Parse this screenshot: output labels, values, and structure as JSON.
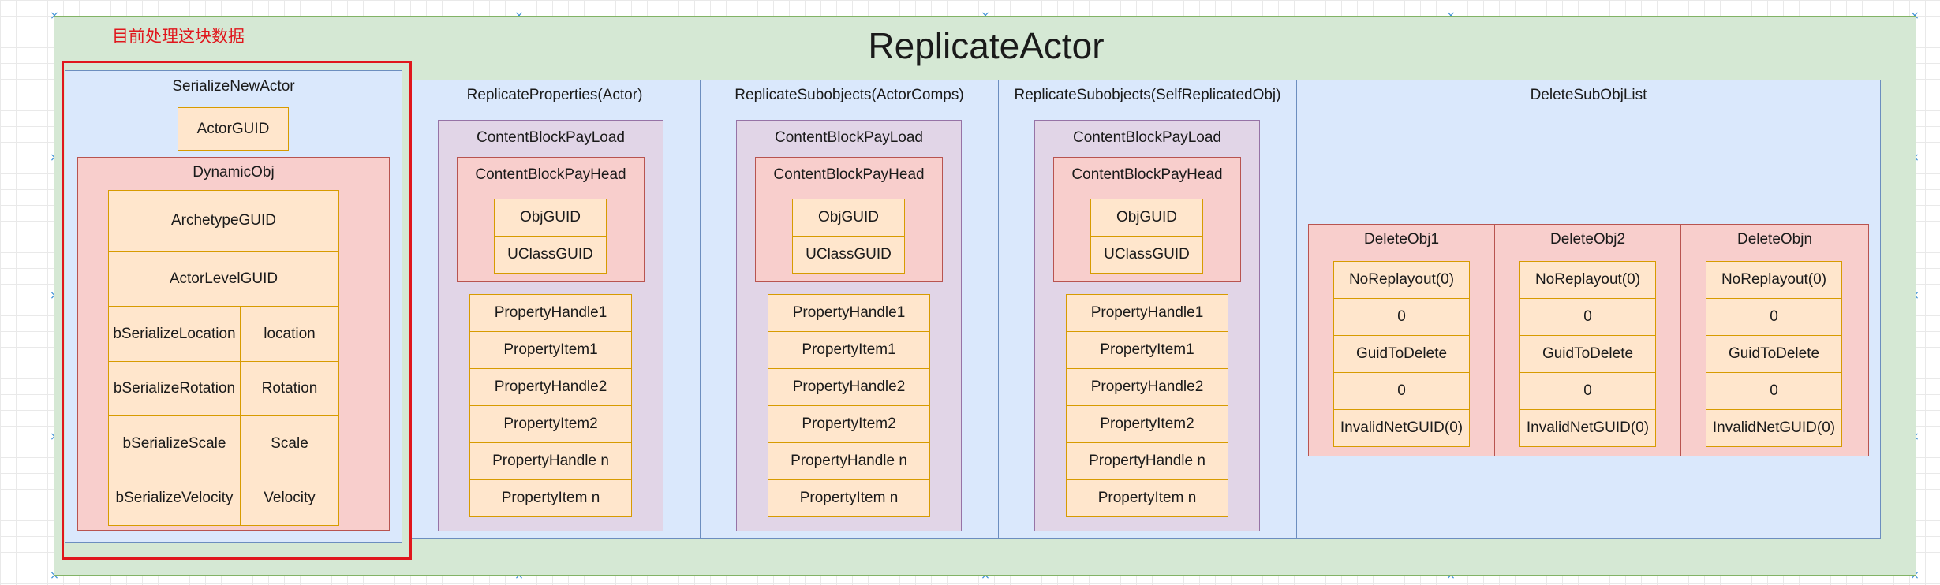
{
  "main_title": "ReplicateActor",
  "annotation": "目前处理这块数据",
  "serialize_new_actor": {
    "title": "SerializeNewActor",
    "actor_guid": "ActorGUID",
    "dynamic_obj": {
      "title": "DynamicObj",
      "archetype_guid": "ArchetypeGUID",
      "actor_level_guid": "ActorLevelGUID",
      "rows": [
        {
          "flag": "bSerializeLocation",
          "value": "location"
        },
        {
          "flag": "bSerializeRotation",
          "value": "Rotation"
        },
        {
          "flag": "bSerializeScale",
          "value": "Scale"
        },
        {
          "flag": "bSerializeVelocity",
          "value": "Velocity"
        }
      ]
    }
  },
  "replicate_properties": {
    "title": "ReplicateProperties(Actor)",
    "payload": "ContentBlockPayLoad",
    "head": "ContentBlockPayHead",
    "obj_guid": "ObjGUID",
    "uclass_guid": "UClassGUID",
    "items": [
      "PropertyHandle1",
      "PropertyItem1",
      "PropertyHandle2",
      "PropertyItem2",
      "PropertyHandle n",
      "PropertyItem n"
    ]
  },
  "replicate_subobjects_actor": {
    "title": "ReplicateSubobjects(ActorComps)",
    "payload": "ContentBlockPayLoad",
    "head": "ContentBlockPayHead",
    "obj_guid": "ObjGUID",
    "uclass_guid": "UClassGUID",
    "items": [
      "PropertyHandle1",
      "PropertyItem1",
      "PropertyHandle2",
      "PropertyItem2",
      "PropertyHandle n",
      "PropertyItem n"
    ]
  },
  "replicate_subobjects_self": {
    "title": "ReplicateSubobjects(SelfReplicatedObj)",
    "payload": "ContentBlockPayLoad",
    "head": "ContentBlockPayHead",
    "obj_guid": "ObjGUID",
    "uclass_guid": "UClassGUID",
    "items": [
      "PropertyHandle1",
      "PropertyItem1",
      "PropertyHandle2",
      "PropertyItem2",
      "PropertyHandle n",
      "PropertyItem n"
    ]
  },
  "delete_sub_obj_list": {
    "title": "DeleteSubObjList",
    "objs": [
      {
        "title": "DeleteObj1",
        "items": [
          "NoReplayout(0)",
          "0",
          "GuidToDelete",
          "0",
          "InvalidNetGUID(0)"
        ]
      },
      {
        "title": "DeleteObj2",
        "items": [
          "NoReplayout(0)",
          "0",
          "GuidToDelete",
          "0",
          "InvalidNetGUID(0)"
        ]
      },
      {
        "title": "DeleteObjn",
        "items": [
          "NoReplayout(0)",
          "0",
          "GuidToDelete",
          "0",
          "InvalidNetGUID(0)"
        ]
      }
    ]
  }
}
